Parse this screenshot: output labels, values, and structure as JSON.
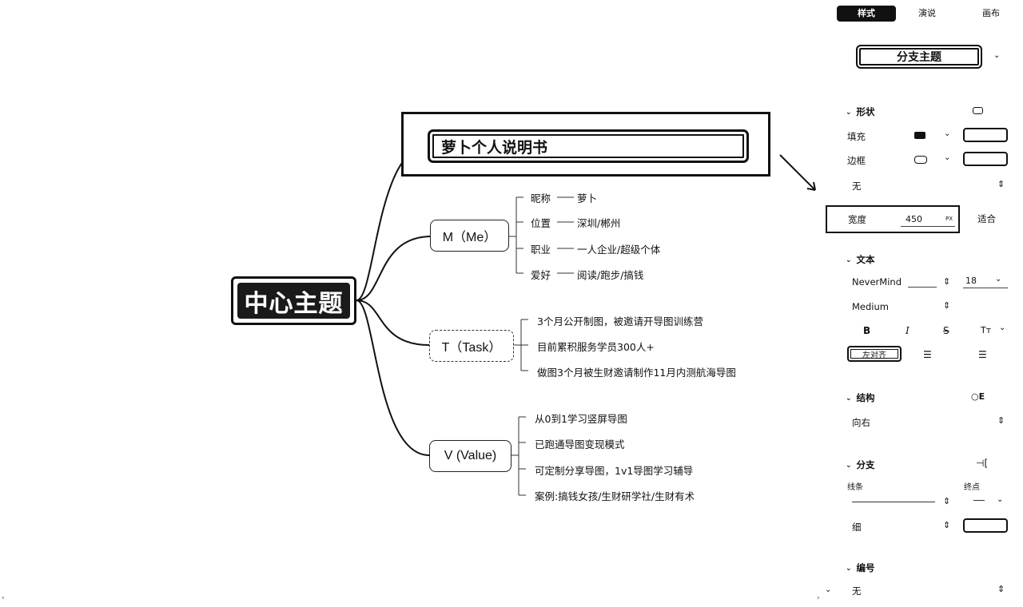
{
  "canvas": {
    "central_topic": "中心主题",
    "title_topic": "萝卜个人说明书",
    "branches": [
      {
        "label": "M（Me）",
        "leaves": [
          {
            "key": "昵称",
            "value": "萝卜"
          },
          {
            "key": "位置",
            "value": "深圳/郴州"
          },
          {
            "key": "职业",
            "value": "一人企业/超级个体"
          },
          {
            "key": "爱好",
            "value": "阅读/跑步/搞钱"
          }
        ]
      },
      {
        "label": "T（Task）",
        "leaves": [
          "3个月公开制图，被邀请开导图训练营",
          "目前累积服务学员300人+",
          "做图3个月被生财邀请制作11月内测航海导图"
        ]
      },
      {
        "label": "V (Value)",
        "leaves": [
          "从0到1学习竖屏导图",
          "已跑通导图变现模式",
          "可定制分享导图，1v1导图学习辅导",
          "案例:搞钱女孩/生财研学社/生财有术"
        ]
      }
    ]
  },
  "panel": {
    "tabs": [
      "样式",
      "演说",
      "画布"
    ],
    "active_tab": "样式",
    "branch_topic_button": "分支主题",
    "shape": {
      "header": "形状",
      "fill_label": "填充",
      "border_label": "边框",
      "line_style_value": "无"
    },
    "width": {
      "label": "宽度",
      "value": "450",
      "unit": "PX",
      "fit_label": "适合"
    },
    "text": {
      "header": "文本",
      "font_family": "NeverMind",
      "font_size": "18",
      "font_weight": "Medium",
      "bold": "B",
      "italic": "I",
      "strike": "S",
      "case": "Tт",
      "align_left_label": "左对齐"
    },
    "structure": {
      "header": "结构",
      "value": "向右"
    },
    "branch": {
      "header": "分支",
      "line_label": "线条",
      "end_label": "终点",
      "thickness_value": "细"
    },
    "numbering": {
      "header": "编号",
      "value": "无"
    }
  }
}
